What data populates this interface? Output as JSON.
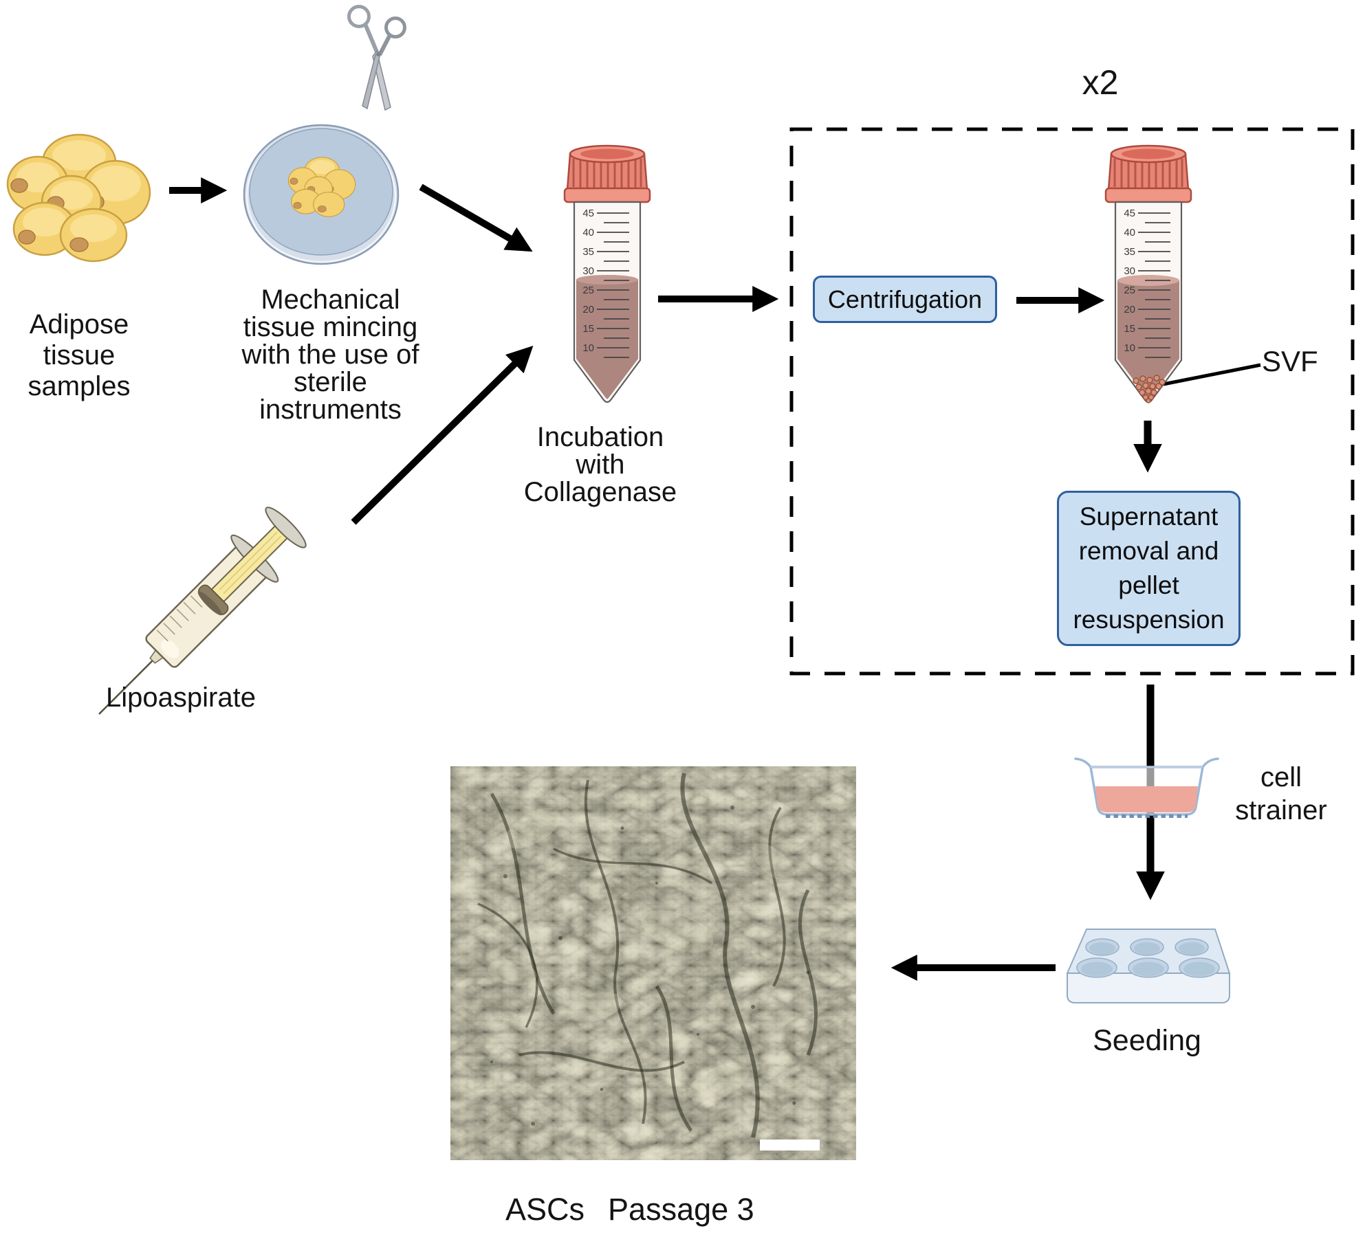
{
  "colors": {
    "adipose_fill": "#f5d271",
    "adipose_edge": "#c9a041",
    "adipose_highlight": "#fbe49c",
    "adipose_nucleus": "#c9965a",
    "nucleus_edge": "#a87a3c",
    "dish_fill": "#b9cadd",
    "dish_outer": "#d7e0ea",
    "dish_edge": "#8a9cb4",
    "scissors_gray": "#9aa0a8",
    "cap_fill": "#e88476",
    "cap_light": "#f09687",
    "cap_edge": "#ad4a3e",
    "cap_ridge": "#b5574a",
    "cap_inner": "#d96a5c",
    "tube_body": "#faf7f4",
    "tube_edge": "#5f5f5f",
    "tick": "#444444",
    "liquid": "#ad8680",
    "liquid_surface": "#d4a89f",
    "pellet_fill": "#d2957f",
    "pellet_edge": "#a14f36",
    "syringe_body": "#f4eeda",
    "syringe_edge": "#6b6552",
    "syringe_rod": "#f7e9a0",
    "syringe_gray": "#d6d3c9",
    "syringe_seal": "#8a7d62",
    "needle": "#57533f",
    "step_fill": "#cbdff2",
    "step_edge": "#2f5f9e",
    "strainer_edge": "#9db8d6",
    "strainer_liquid": "#eda89b",
    "strainer_mesh": "#6f8fb5",
    "plate_top": "#dfe9f4",
    "plate_front": "#edf3f9",
    "plate_edge": "#93aac2",
    "well_fill": "#c2d4e5",
    "well_inner": "#b0c7da",
    "micro_base": "#8d8b73",
    "arrow": "#000000"
  },
  "labels": {
    "adipose": [
      "Adipose",
      "tissue",
      "samples"
    ],
    "mincing": [
      "Mechanical",
      "tissue mincing",
      "with the use of",
      "sterile",
      "instruments"
    ],
    "incubation": [
      "Incubation",
      "with",
      "Collagenase"
    ],
    "lipoaspirate": "Lipoaspirate",
    "repeat_count": "x2",
    "svf": "SVF",
    "cell_strainer": [
      "cell",
      "strainer"
    ],
    "seeding": "Seeding",
    "caption": [
      "ASCs",
      "Passage 3"
    ]
  },
  "steps": {
    "centrifugation": "Centrifugation",
    "supernatant": [
      "Supernatant",
      "removal and",
      "pellet",
      "resuspension"
    ]
  },
  "tube_scale": [
    "45",
    "40",
    "35",
    "30",
    "25",
    "20",
    "15",
    "10"
  ]
}
